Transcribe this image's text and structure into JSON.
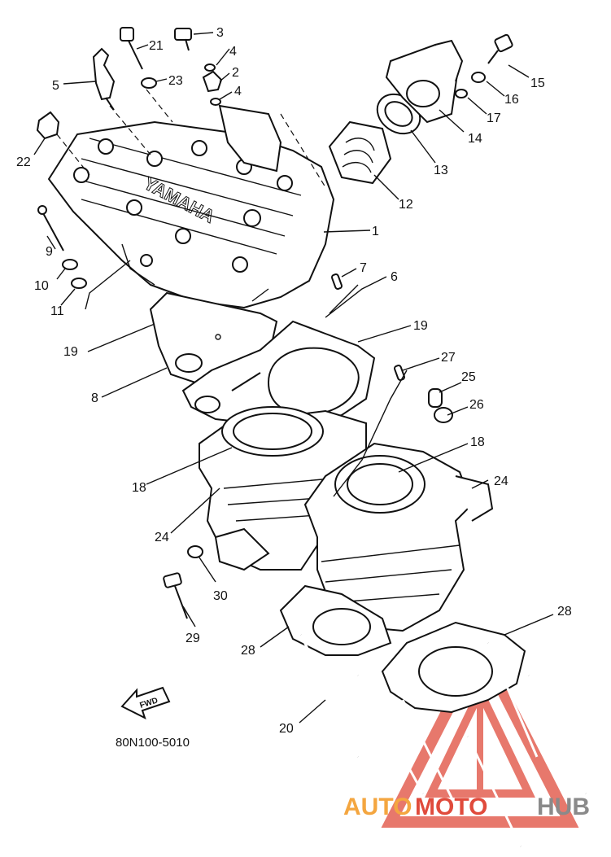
{
  "diagram": {
    "code": "80N100-5010",
    "fwd_label": "FWD",
    "head_logo": "YAMAHA",
    "callouts": [
      "1",
      "2",
      "3",
      "4",
      "4",
      "5",
      "6",
      "7",
      "8",
      "9",
      "10",
      "11",
      "12",
      "13",
      "14",
      "15",
      "16",
      "17",
      "18",
      "18",
      "19",
      "19",
      "20",
      "21",
      "22",
      "23",
      "24",
      "24",
      "25",
      "26",
      "27",
      "28",
      "28",
      "29",
      "30"
    ]
  },
  "watermark": {
    "text_auto": "AUTO",
    "text_moto": "MOTO",
    "text_hub": "HUB",
    "color_orange": "#f4a640",
    "color_red": "#e04b3c",
    "color_grey": "#8a8a8a"
  }
}
